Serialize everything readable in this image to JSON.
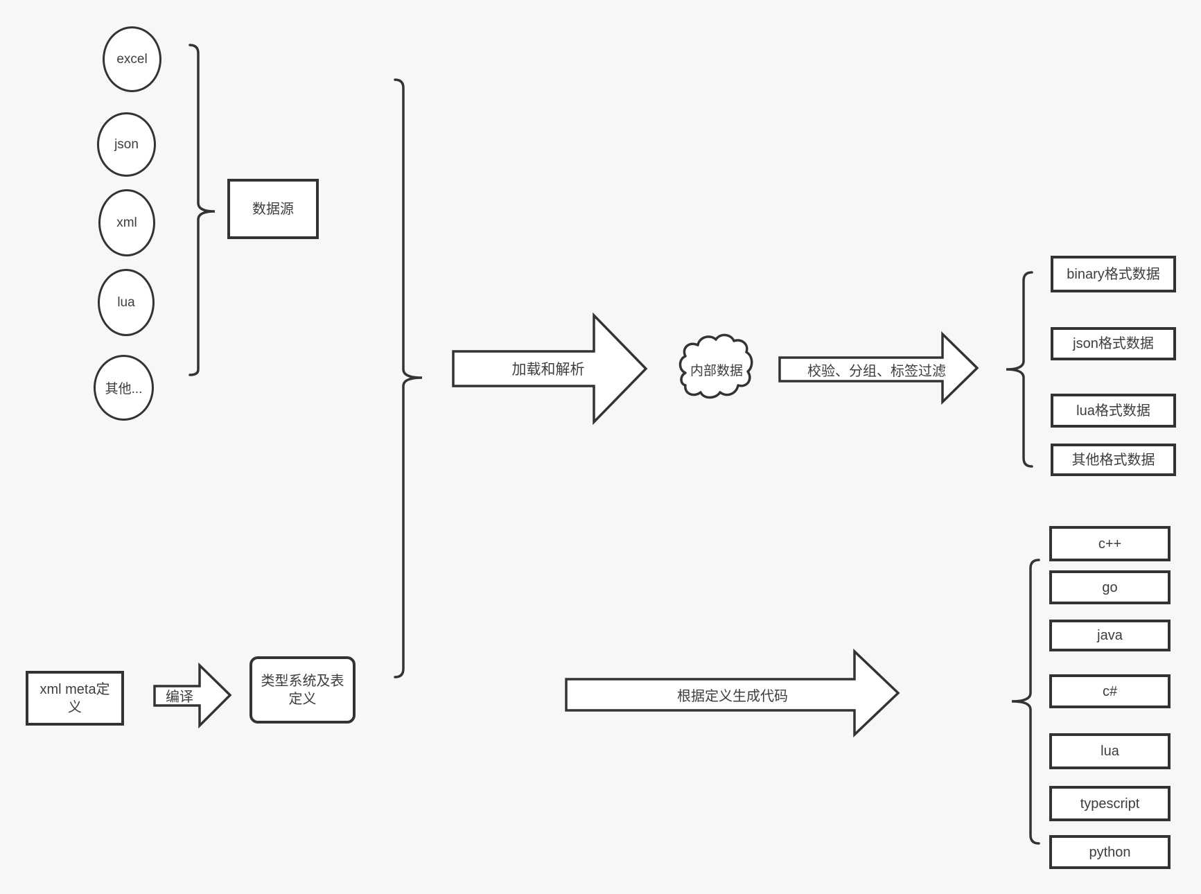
{
  "diagram": {
    "background": "#f7f7f7",
    "stroke_color": "#333333",
    "shape_fill": "#ffffff",
    "text_color": "#3d3d3d"
  },
  "sources": {
    "group_label": "数据源",
    "items": [
      "excel",
      "json",
      "xml",
      "lua",
      "其他..."
    ]
  },
  "pipeline": {
    "load_arrow_label": "加载和解析",
    "cloud_label": "内部数据",
    "filter_arrow_label": "校验、分组、标签过滤",
    "generate_arrow_label": "根据定义生成代码",
    "compile_arrow_label": "编译"
  },
  "definitions": {
    "xml_meta_label": "xml meta定义",
    "type_system_label": "类型系统及表定义"
  },
  "outputs": {
    "formats": [
      "binary格式数据",
      "json格式数据",
      "lua格式数据",
      "其他格式数据"
    ],
    "languages": [
      "c++",
      "go",
      "java",
      "c#",
      "lua",
      "typescript",
      "python"
    ]
  }
}
